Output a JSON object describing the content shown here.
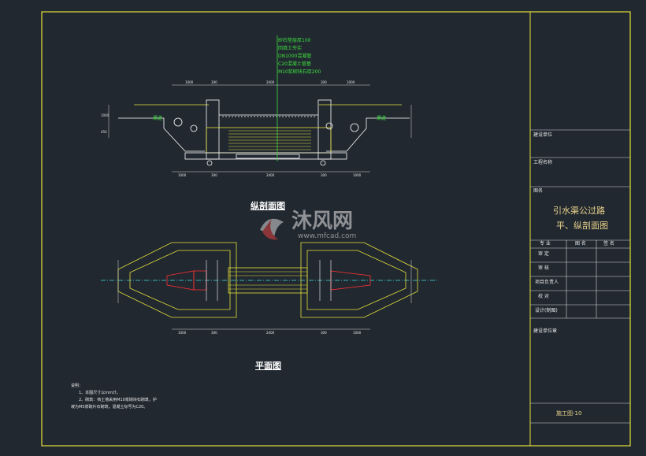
{
  "drawing": {
    "section_title": "纵剖面图",
    "plan_title": "平面图",
    "material_labels": [
      "砂石垫层厚100",
      "回填土夯实",
      "DN1000混凝管",
      "C20混凝土管基",
      "M10浆砌块石厚200"
    ],
    "canal_labels": [
      "渠道",
      "渠道"
    ],
    "dims_section_top": [
      "1000",
      "300",
      "2400",
      "300",
      "1000"
    ],
    "dims_section_bottom": [
      "1000",
      "300",
      "2400",
      "300",
      "1000"
    ],
    "dims_section_side": [
      "1000",
      "450"
    ],
    "dims_plan_bottom": [
      "1000",
      "300",
      "2400",
      "300",
      "1000"
    ],
    "notes_heading": "说明：",
    "notes": [
      "1、本图尺寸以mm计。",
      "2、砌筑：挡土墙采用M10浆砌块石砌筑，护",
      "坡为M5浆砌片石砌筑，混凝土标号为C20。"
    ]
  },
  "title_block": {
    "row1": "建设单位",
    "row2": "工程名称",
    "row3_label": "图名",
    "title_line1": "引水渠公过路",
    "title_line2": "平、纵剖面图",
    "cols": [
      "专 业",
      "图 名",
      "签 名"
    ],
    "roles": [
      "审 定",
      "审 核",
      "项目负责人",
      "校 对",
      "设计(制图)"
    ],
    "firm": "建设单位章",
    "sheet_no": "施工图-10"
  },
  "watermark": {
    "text": "沐风网",
    "url": "www.mfcad.com"
  },
  "colors": {
    "frame": "#e6e03a",
    "green": "#3ee03e",
    "white": "#ffffff",
    "red": "#ff3030",
    "cyan": "#40e0e0"
  }
}
